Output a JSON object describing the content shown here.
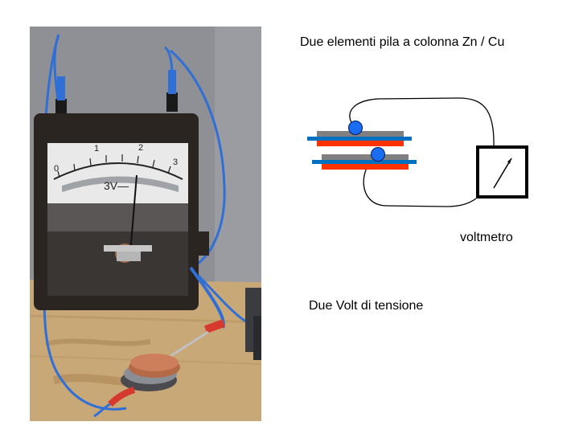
{
  "slide": {
    "title": "Due elementi pila a colonna Zn / Cu",
    "voltmeter_label": "voltmetro",
    "tension_label": "Due Volt di tensione",
    "meter_scale_text": "3V—",
    "meter_ticks": [
      "0",
      "1",
      "2",
      "3"
    ]
  },
  "colors": {
    "zinc_plate": "#808080",
    "copper_plate": "#ff3300",
    "conductor_strip": "#0070c0",
    "contact_dot": "#1a6cf0",
    "wire": "#000000"
  }
}
